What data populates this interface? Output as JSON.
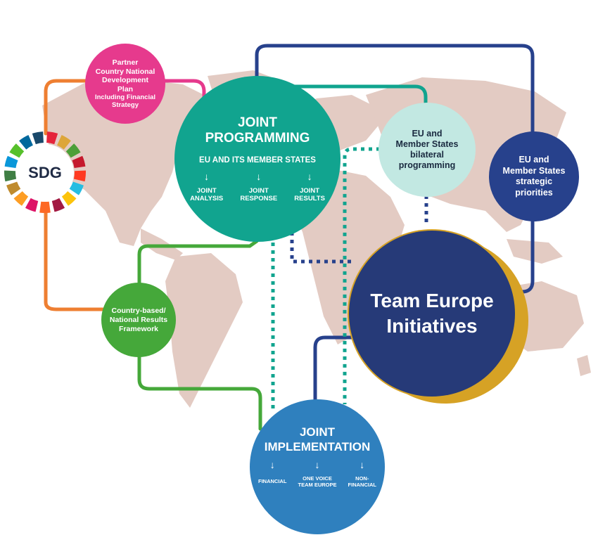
{
  "colors": {
    "map": "#e3cbc3",
    "orange": "#ee7f32",
    "magenta": "#e63a8d",
    "teal": "#11a48f",
    "green": "#45a83a",
    "light_teal": "#c2e8e2",
    "navy": "#27418c",
    "team_europe": "#263a78",
    "gold": "#d6a225",
    "blue": "#2f80be"
  },
  "sdg": {
    "label": "SDG"
  },
  "partner_plan": {
    "lines": [
      "Partner",
      "Country National",
      "Development",
      "Plan"
    ],
    "financial": [
      "Including Financial",
      "Strategy"
    ]
  },
  "joint_programming": {
    "title_lines": [
      "JOINT",
      "PROGRAMMING"
    ],
    "subtitle": "EU AND ITS MEMBER STATES",
    "items": [
      {
        "arrow": "↓",
        "lines": [
          "JOINT",
          "ANALYSIS"
        ]
      },
      {
        "arrow": "↓",
        "lines": [
          "JOINT",
          "RESPONSE"
        ]
      },
      {
        "arrow": "↓",
        "lines": [
          "JOINT",
          "RESULTS"
        ]
      }
    ]
  },
  "bilateral": {
    "lines": [
      "EU and",
      "Member States",
      "bilateral",
      "programming"
    ]
  },
  "strategic": {
    "lines": [
      "EU and",
      "Member States",
      "strategic",
      "priorities"
    ]
  },
  "results_framework": {
    "lines": [
      "Country-based/",
      "National Results",
      "Framework"
    ]
  },
  "team_europe": {
    "lines": [
      "Team Europe",
      "Initiatives"
    ]
  },
  "joint_implementation": {
    "title_lines": [
      "JOINT",
      "IMPLEMENTATION"
    ],
    "items": [
      {
        "arrow": "↓",
        "lines": [
          "FINANCIAL"
        ]
      },
      {
        "arrow": "↓",
        "lines": [
          "ONE VOICE",
          "TEAM EUROPE"
        ]
      },
      {
        "arrow": "↓",
        "lines": [
          "NON-",
          "FINANCIAL"
        ]
      }
    ]
  }
}
